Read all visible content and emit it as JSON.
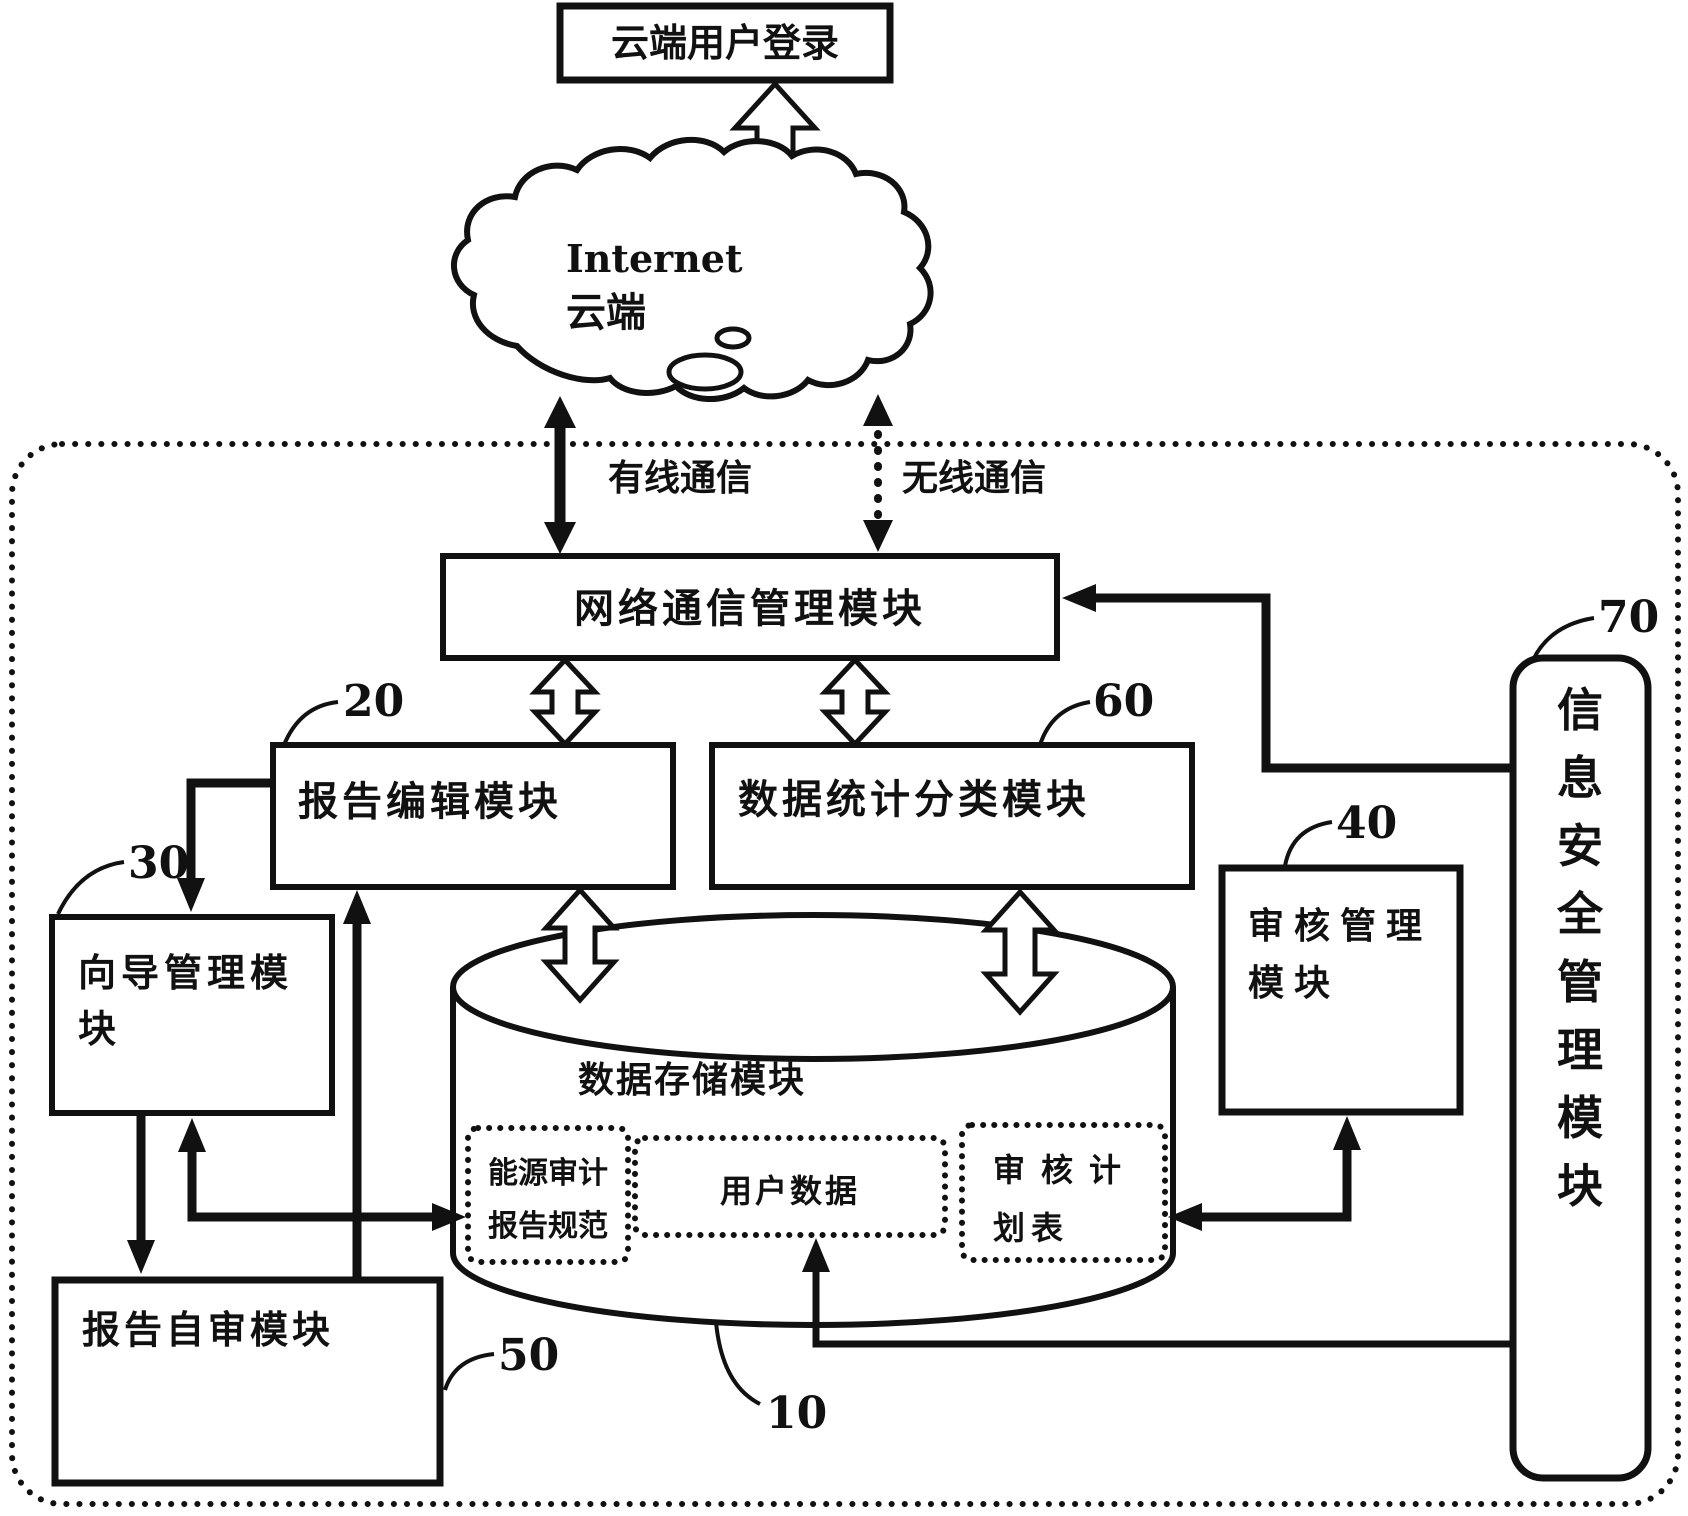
{
  "colors": {
    "ink": "#111111",
    "background": "#ffffff"
  },
  "cloud_login": {
    "label": "云端用户登录"
  },
  "cloud": {
    "line1": "Internet",
    "line2": "云端"
  },
  "links": {
    "wired": "有线通信",
    "wireless": "无线通信"
  },
  "modules": {
    "network": {
      "label": "网络通信管理模块"
    },
    "report_edit": {
      "label": "报告编辑模块",
      "ref": "20"
    },
    "data_stats": {
      "label": "数据统计分类模块",
      "ref": "60"
    },
    "wizard": {
      "line1": "向导管理模",
      "line2": "块",
      "ref": "30"
    },
    "self_review": {
      "label": "报告自审模块",
      "ref": "50"
    },
    "audit_mgmt": {
      "line1": "审核管理",
      "line2": "模块",
      "ref": "40"
    },
    "info_security": {
      "label": "信息安全管理模块",
      "ref": "70"
    },
    "data_storage": {
      "label": "数据存储模块",
      "ref": "10"
    }
  },
  "storage_items": {
    "energy_spec": {
      "line1": "能源审计",
      "line2": "报告规范"
    },
    "user_data": {
      "label": "用户数据"
    },
    "audit_plan": {
      "line1": "审核计",
      "line2": "划表"
    }
  }
}
